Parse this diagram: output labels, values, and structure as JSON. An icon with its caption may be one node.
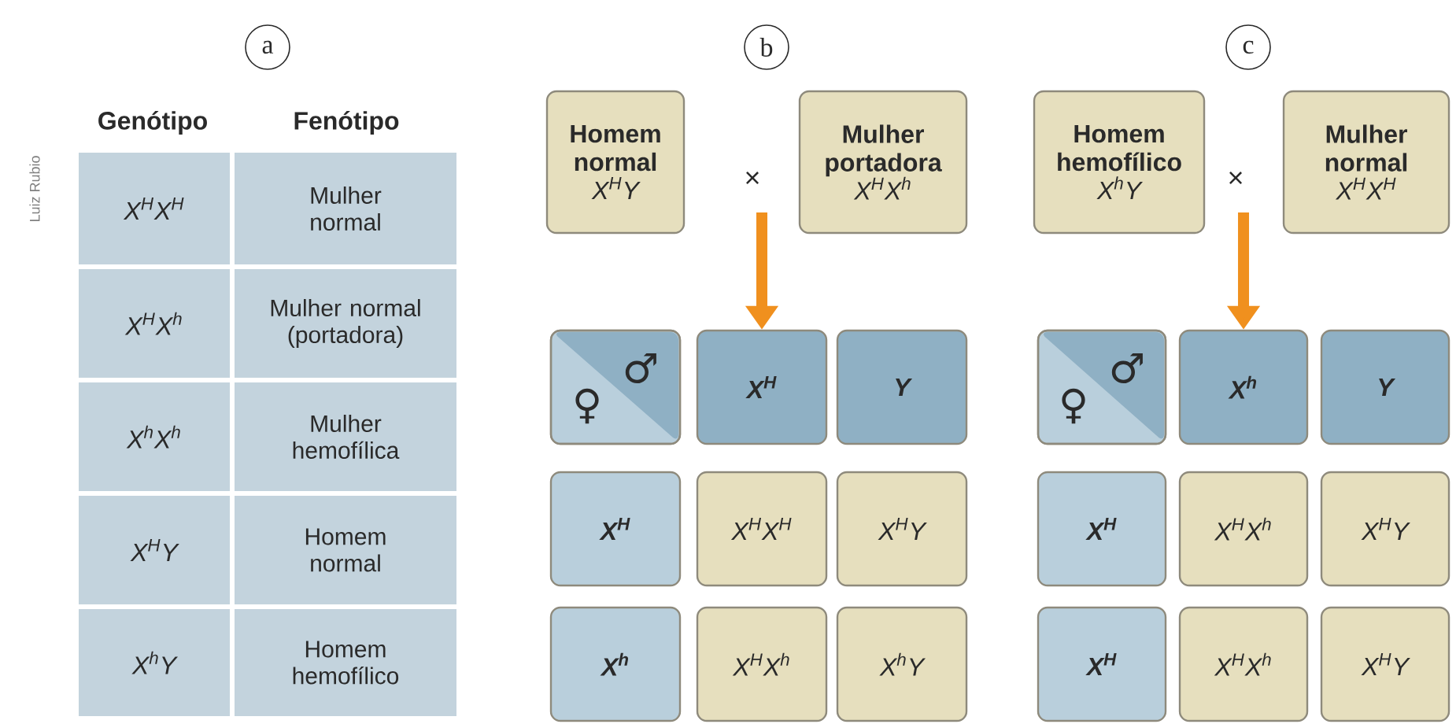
{
  "diagram": {
    "nodes": [
      {
        "text": [
          "a"
        ]
      },
      {
        "text": [
          "b"
        ]
      },
      {
        "text": [
          "Homem normal",
          "X$^{H}$Y"
        ]
      },
      {
        "text": [
          "Mulher portadora",
          "X$^{H}$X$^{h}$"
        ]
      },
      {
        "text": [
          "♀",
          "♂"
        ]
      },
      {
        "text": [
          "X$^{H}$"
        ]
      },
      {
        "text": [
          "Y"
        ]
      },
      {
        "text": [
          "X$^{H}$"
        ]
      },
      {
        "text": [
          "X$^{H}$X$^{H}$"
        ]
      },
      {
        "text": [
          "X$^{H}$Y"
        ]
      },
      {
        "text": [
          "X$^{h}$"
        ]
      },
      {
        "text": [
          "X$^{H}$X$^{h}$"
        ]
      },
      {
        "text": [
          "X$^{h}$Y"
        ]
      },
      {
        "text": [
          "c"
        ]
      },
      {
        "text": [
          "Homem hemofílico",
          "X$^{h}$Y"
        ]
      },
      {
        "text": [
          "Mulher normal",
          "X$^{H}$X$^{H}$"
        ]
      },
      {
        "text": [
          "♀",
          "♂"
        ]
      },
      {
        "text": [
          "X$^{h}$"
        ]
      },
      {
        "text": [
          "Y"
        ]
      },
      {
        "text": [
          "X$^{H}$"
        ]
      },
      {
        "text": [
          "X$^{H}$X$^{h}$"
        ]
      },
      {
        "text": [
          "X$^{H}$Y"
        ]
      },
      {
        "text": [
          "X$^{H}$"
        ]
      },
      {
        "text": [
          "X$^{H}$X$^{h}$"
        ]
      },
      {
        "text": [
          "X$^{H}$Y"
        ]
      }
    ],
    "edges": [
      {
        "from": null,
        "to": 5,
        "arrow": "to"
      },
      {
        "from": null,
        "to": 17,
        "arrow": "to"
      }
    ],
    "labels": [
      "Luiz Rubio",
      "Genótipo",
      "Fenótipo",
      "X$^{H}$X$^{H}$",
      "Mulher normal",
      "X$^{H}$X$^{h}$",
      "Mulher normal (portadora)",
      "X$^{h}$X$^{h}$",
      "Mulher hemofílica",
      "X$^{H}$Y",
      "Homem normal",
      "X$^{h}$Y",
      "Homem hemofílico",
      "×",
      "×"
    ]
  }
}
